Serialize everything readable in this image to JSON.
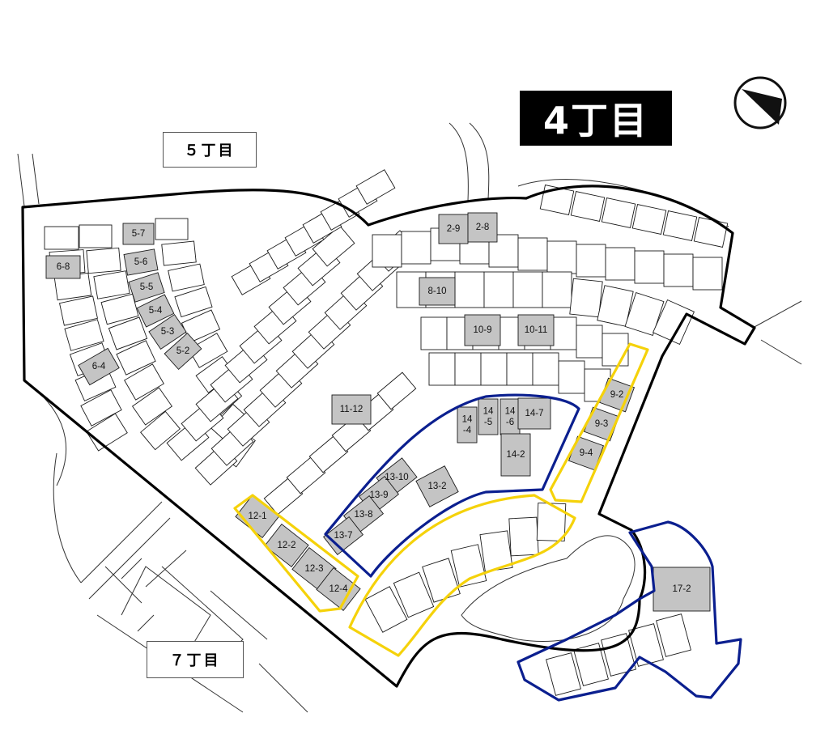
{
  "title": "4丁目",
  "district_labels": {
    "north": "５丁目",
    "south": "７丁目"
  },
  "lots": [
    {
      "id": "5-7"
    },
    {
      "id": "5-6"
    },
    {
      "id": "5-5"
    },
    {
      "id": "5-4"
    },
    {
      "id": "5-3"
    },
    {
      "id": "5-2"
    },
    {
      "id": "6-8"
    },
    {
      "id": "6-4"
    },
    {
      "id": "2-9"
    },
    {
      "id": "2-8"
    },
    {
      "id": "8-10"
    },
    {
      "id": "10-9"
    },
    {
      "id": "10-11"
    },
    {
      "id": "11-12"
    },
    {
      "id": "9-2"
    },
    {
      "id": "9-3"
    },
    {
      "id": "9-4"
    },
    {
      "id": "14-4",
      "display": "14\n-4"
    },
    {
      "id": "14-5",
      "display": "14\n-5"
    },
    {
      "id": "14-6",
      "display": "14\n-6"
    },
    {
      "id": "14-7"
    },
    {
      "id": "14-2"
    },
    {
      "id": "13-10"
    },
    {
      "id": "13-9"
    },
    {
      "id": "13-8"
    },
    {
      "id": "13-7"
    },
    {
      "id": "13-2"
    },
    {
      "id": "12-1"
    },
    {
      "id": "12-2"
    },
    {
      "id": "12-3"
    },
    {
      "id": "12-4"
    },
    {
      "id": "17-2"
    }
  ],
  "colors": {
    "boundary": "#000000",
    "highlight_yellow": "#f5d20a",
    "highlight_blue": "#0b1f8f",
    "shaded_lot": "#c4c4c4"
  },
  "icons": [
    "north-arrow-icon"
  ]
}
